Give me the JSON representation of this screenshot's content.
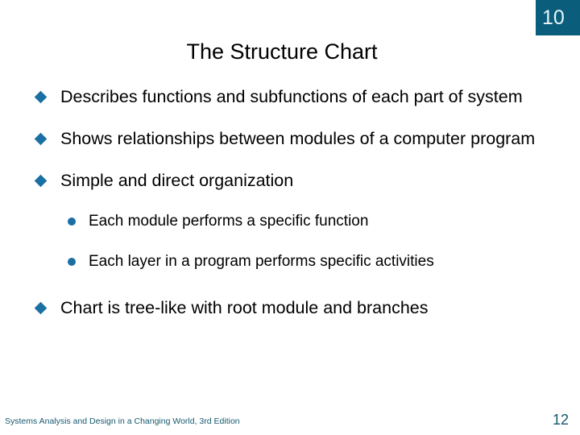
{
  "slide": {
    "title": "The Structure Chart",
    "header_badge": {
      "number": "10",
      "background_color": "#0a5e7c",
      "text_color": "#e8f6fa"
    },
    "bullet_marker_color": "#1a6fa3",
    "title_color": "#000000",
    "background_color": "#ffffff",
    "bullets": [
      {
        "level": 1,
        "marker": "diamond-bullet-icon",
        "text": "Describes functions and subfunctions of each part of system"
      },
      {
        "level": 1,
        "marker": "diamond-bullet-icon",
        "text": "Shows relationships between modules of a computer program"
      },
      {
        "level": 1,
        "marker": "diamond-bullet-icon",
        "text": "Simple and direct organization"
      },
      {
        "level": 2,
        "marker": "circle-bullet-icon",
        "text": "Each module performs a specific function"
      },
      {
        "level": 2,
        "marker": "circle-bullet-icon",
        "text": "Each layer in a program performs specific activities"
      },
      {
        "level": 1,
        "marker": "diamond-bullet-icon",
        "text": "Chart is tree-like with root module and branches"
      }
    ],
    "footer": {
      "source": "Systems Analysis and Design in a Changing World, 3rd Edition",
      "page_number": "12",
      "color": "#15596e"
    }
  }
}
